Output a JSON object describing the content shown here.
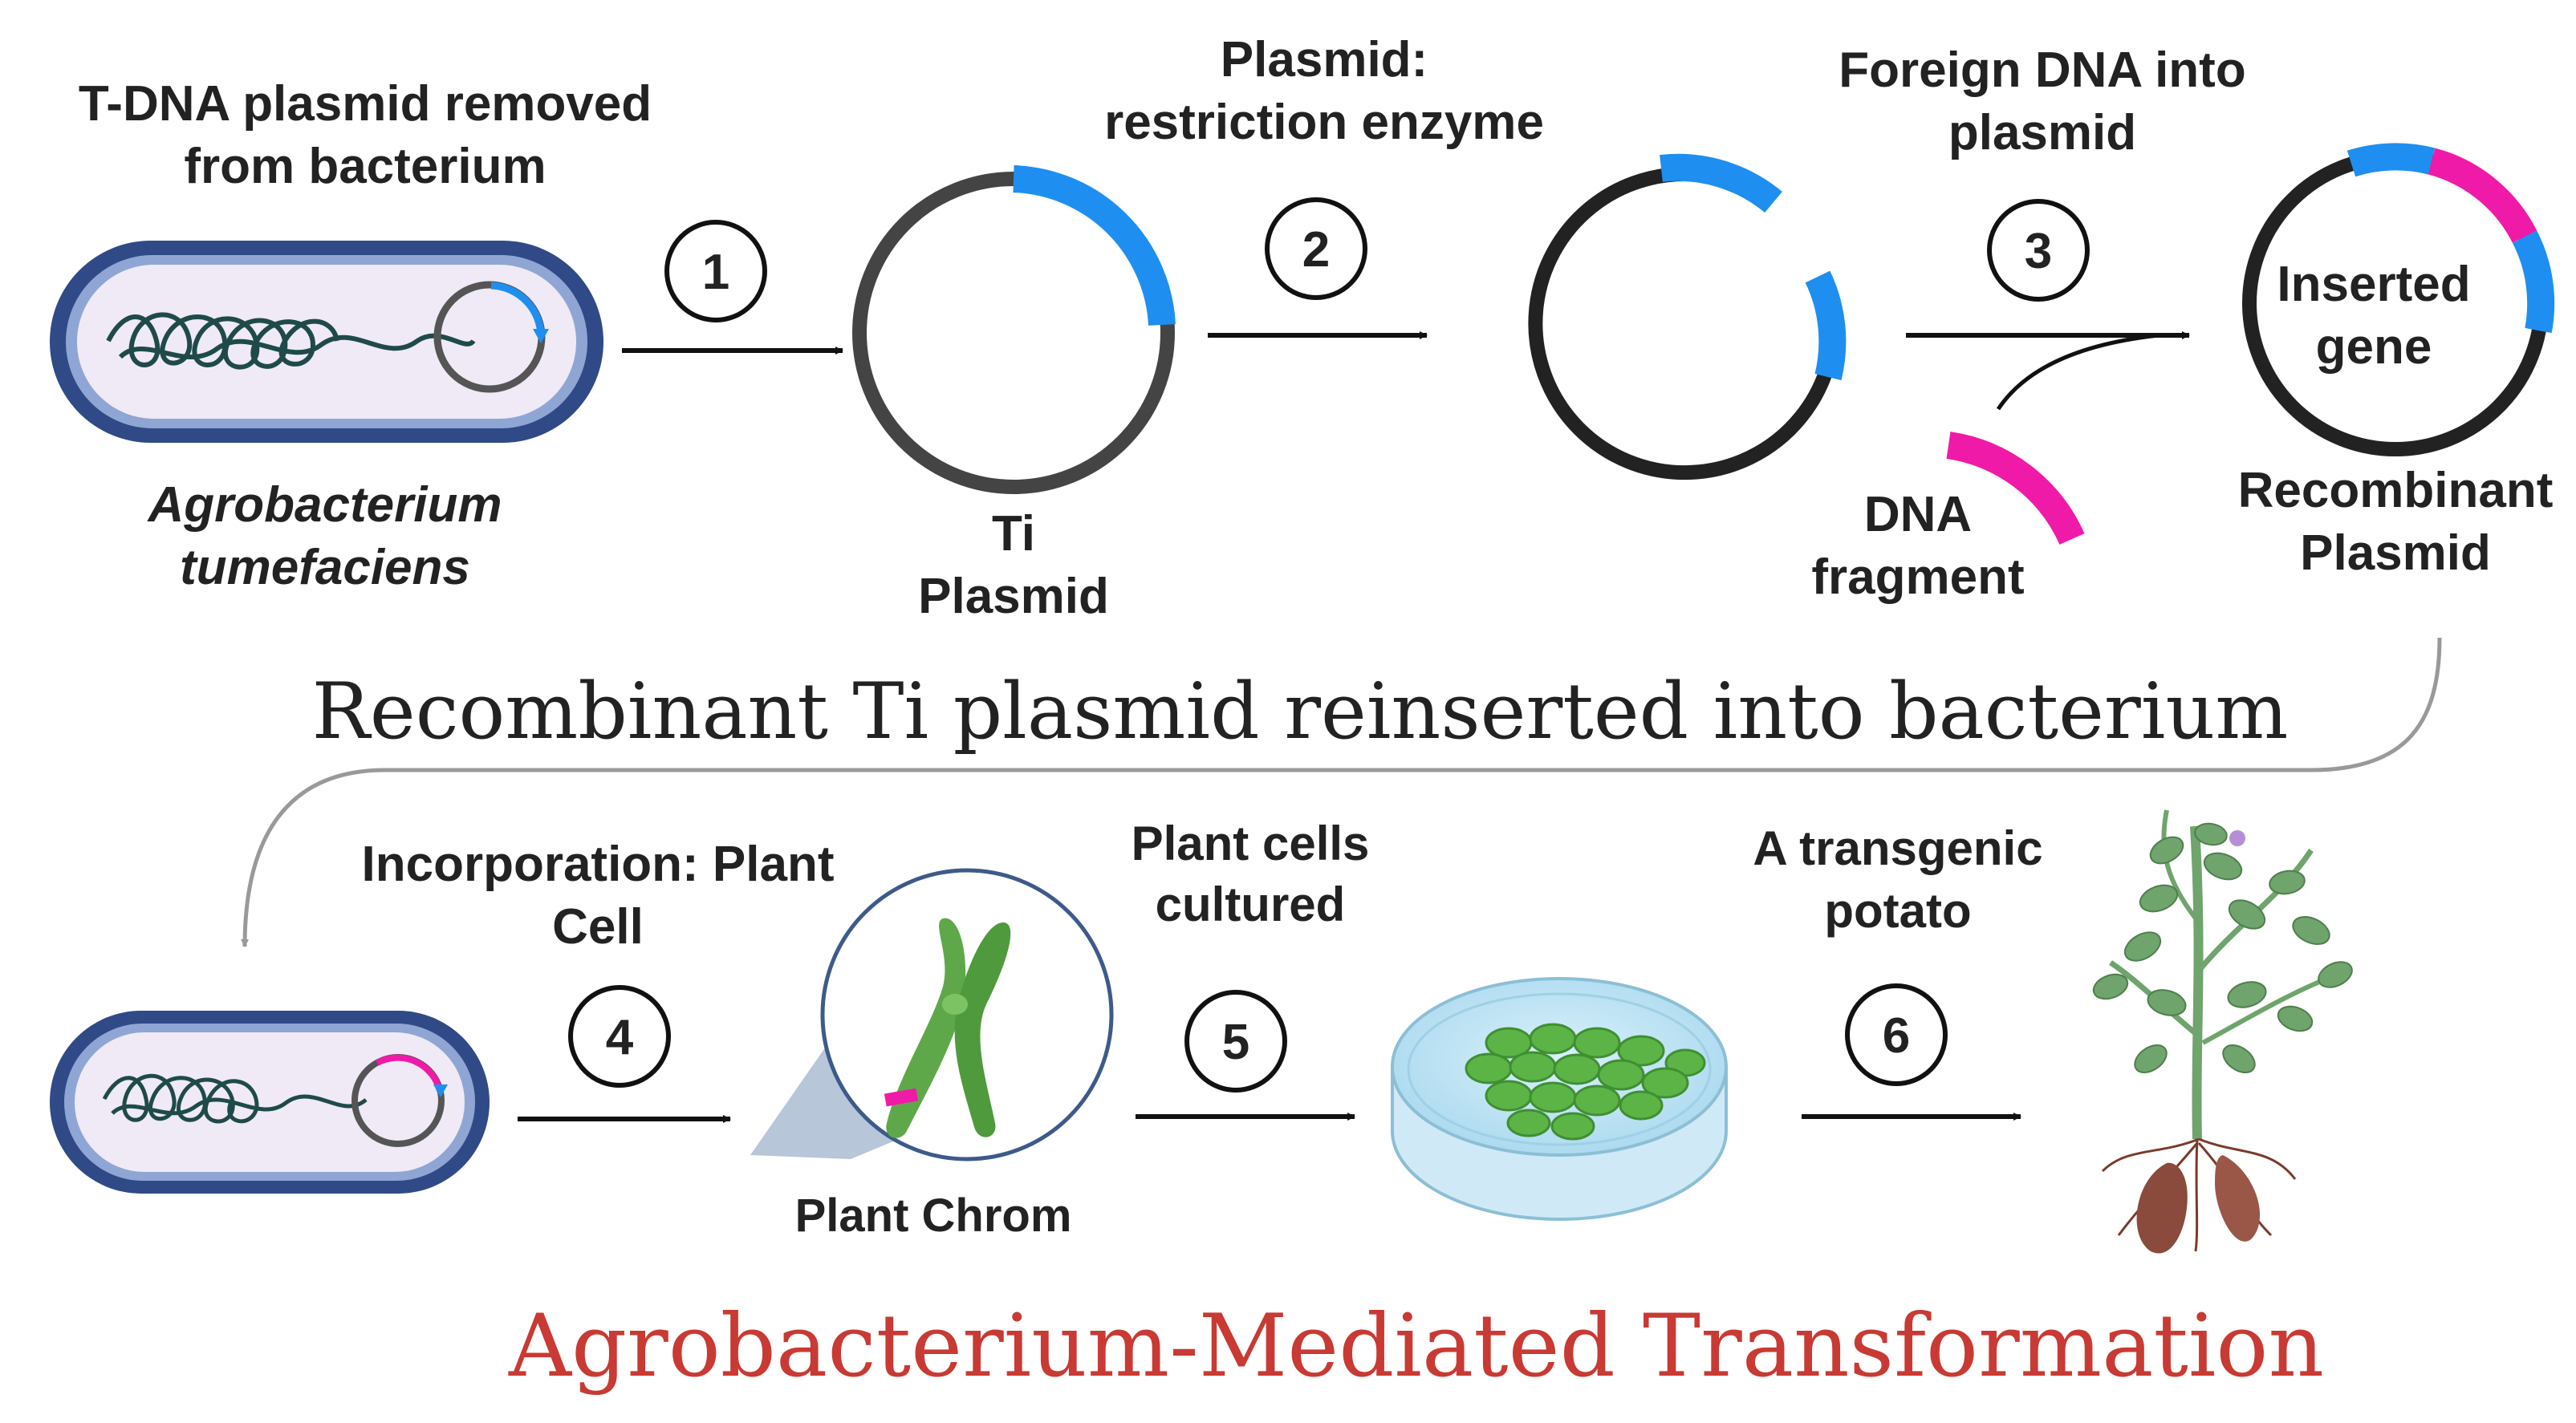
{
  "labels": {
    "step1_title": [
      "T-DNA plasmid removed",
      "from bacterium"
    ],
    "organism_name": [
      "Agrobacterium",
      "tumefaciens"
    ],
    "ti_plasmid": [
      "Ti",
      "Plasmid"
    ],
    "step2_title": [
      "Plasmid:",
      "restriction enzyme"
    ],
    "step3_title": [
      "Foreign DNA into",
      "plasmid"
    ],
    "dna_fragment": [
      "DNA",
      "fragment"
    ],
    "inserted_gene": [
      "Inserted",
      "gene"
    ],
    "recombinant_plasmid": [
      "Recombinant",
      "Plasmid"
    ],
    "middle_heading": "Recombinant Ti plasmid  reinserted into  bacterium",
    "step4_title": [
      "Incorporation: Plant",
      "Cell"
    ],
    "plant_chrom": "Plant Chrom",
    "step5_title": [
      "Plant cells",
      "cultured"
    ],
    "step6_title": [
      "A transgenic",
      "potato"
    ],
    "main_title": "Agrobacterium-Mediated Transformation"
  },
  "steps": [
    "1",
    "2",
    "3",
    "4",
    "5",
    "6"
  ],
  "colors": {
    "dna_blue": "#1e8ff0",
    "dna_pink": "#f01aa8",
    "bacterium_outline": "#2f4a86",
    "bacterium_fill": "#efeaf6",
    "title_red": "#c83a33",
    "leaf_green": "#6fa46c",
    "cell_green": "#5cb446",
    "root_brown": "#8a4a3c"
  },
  "icons": [
    "bacterium-icon",
    "plasmid-icon",
    "chromosome-icon",
    "petri-dish-icon",
    "potato-plant-icon"
  ]
}
